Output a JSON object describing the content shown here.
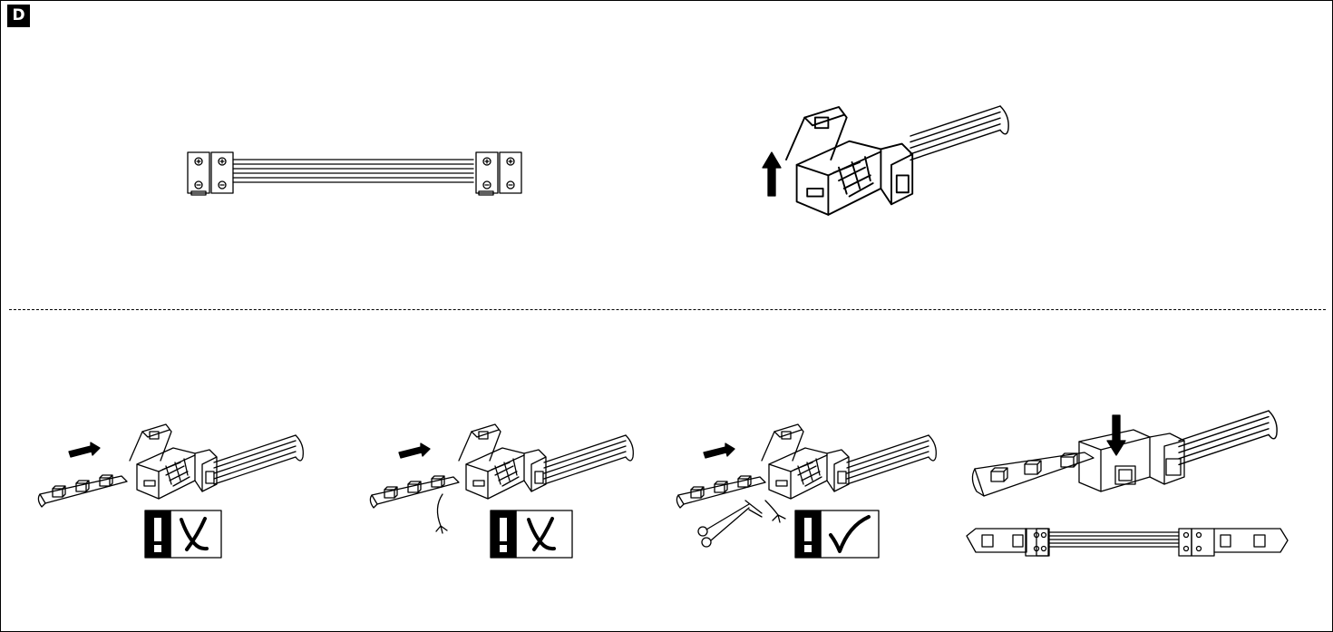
{
  "panel": {
    "label": "D"
  },
  "icons": {
    "figure_1": "strip-connector-cable-icon",
    "figure_2": "open-connector-clip-icon",
    "step_1": "insert-strip-wrong-icon",
    "step_2": "insert-strip-with-wires-wrong-icon",
    "step_3": "cut-wires-correct-icon",
    "step_4": "close-clip-connected-icon"
  },
  "status": {
    "step_1": "wrong",
    "step_2": "wrong",
    "step_3": "correct"
  },
  "colors": {
    "ink": "#000000",
    "paper": "#ffffff"
  }
}
